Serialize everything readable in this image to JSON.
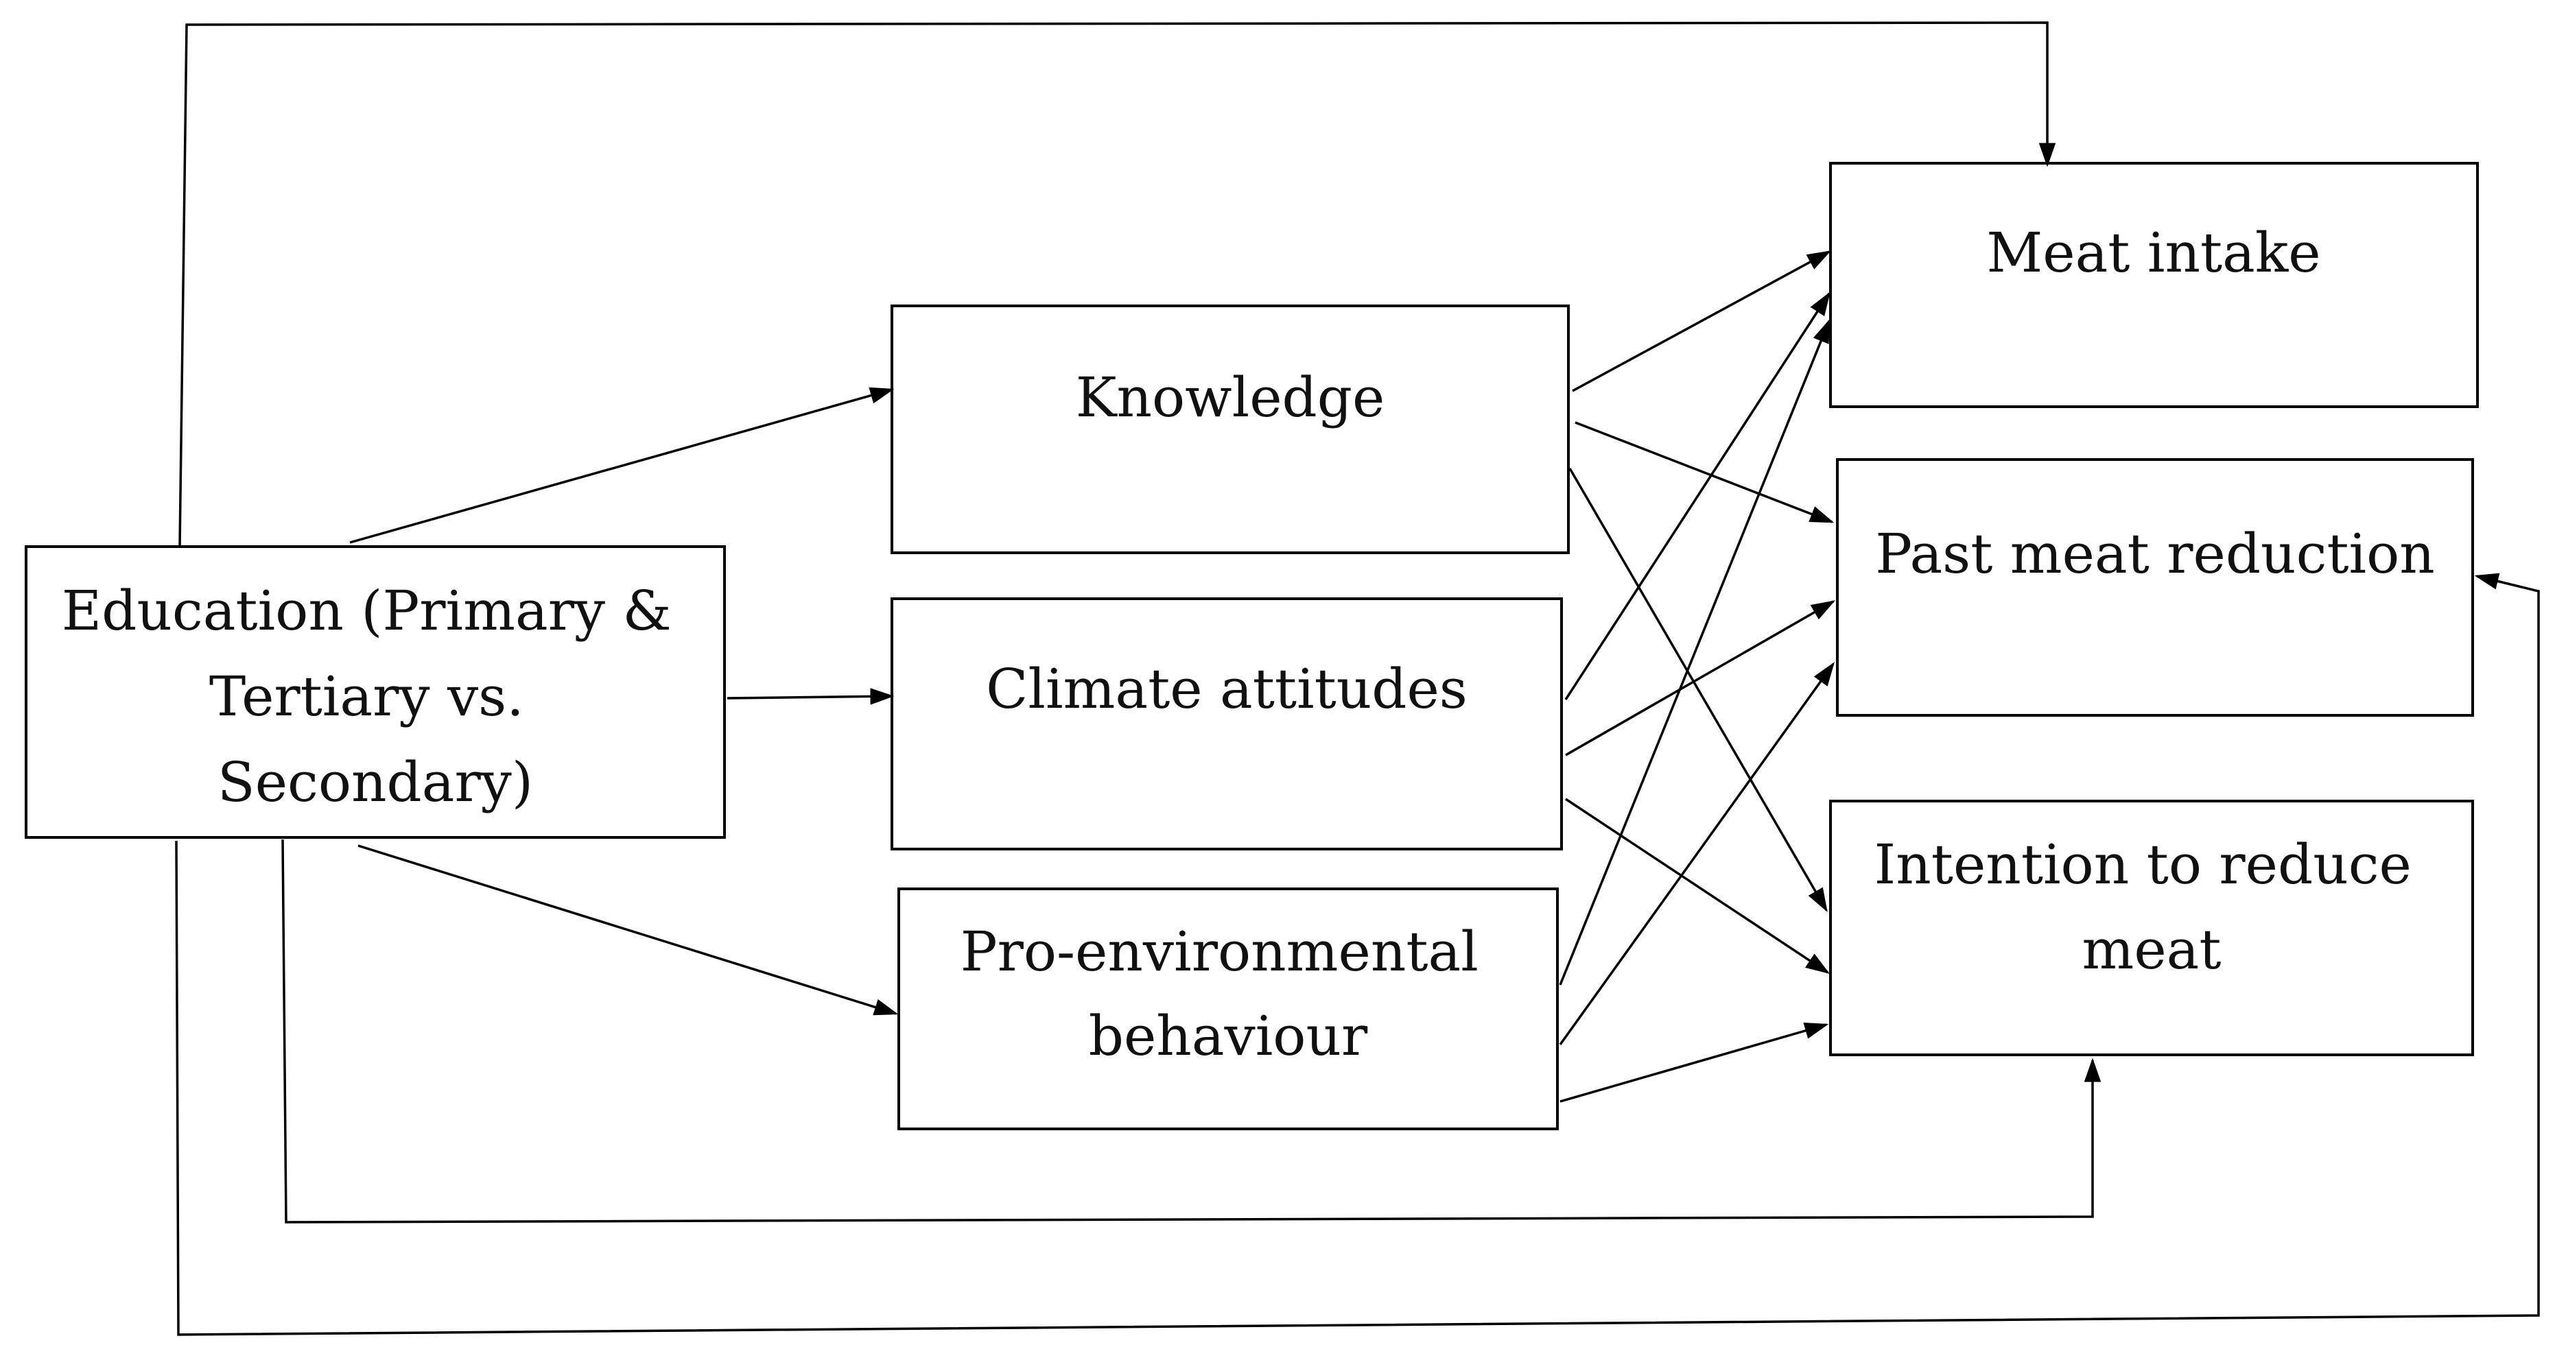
{
  "nodes": {
    "education": {
      "lines": [
        "Education (Primary &",
        "Tertiary vs.",
        "Secondary)"
      ]
    },
    "knowledge": {
      "lines": [
        "Knowledge"
      ]
    },
    "climate_attitudes": {
      "lines": [
        "Climate attitudes"
      ]
    },
    "pro_environmental_behaviour": {
      "lines": [
        "Pro-environmental",
        "behaviour"
      ]
    },
    "meat_intake": {
      "lines": [
        "Meat intake"
      ]
    },
    "past_meat_reduction": {
      "lines": [
        "Past meat reduction"
      ]
    },
    "intention_to_reduce_meat": {
      "lines": [
        "Intention to reduce",
        "meat"
      ]
    }
  },
  "edges": [
    {
      "from": "education",
      "to": "knowledge"
    },
    {
      "from": "education",
      "to": "climate_attitudes"
    },
    {
      "from": "education",
      "to": "pro_environmental_behaviour"
    },
    {
      "from": "education",
      "to": "meat_intake"
    },
    {
      "from": "education",
      "to": "past_meat_reduction"
    },
    {
      "from": "education",
      "to": "intention_to_reduce_meat"
    },
    {
      "from": "knowledge",
      "to": "meat_intake"
    },
    {
      "from": "knowledge",
      "to": "past_meat_reduction"
    },
    {
      "from": "knowledge",
      "to": "intention_to_reduce_meat"
    },
    {
      "from": "climate_attitudes",
      "to": "meat_intake"
    },
    {
      "from": "climate_attitudes",
      "to": "past_meat_reduction"
    },
    {
      "from": "climate_attitudes",
      "to": "intention_to_reduce_meat"
    },
    {
      "from": "pro_environmental_behaviour",
      "to": "meat_intake"
    },
    {
      "from": "pro_environmental_behaviour",
      "to": "past_meat_reduction"
    },
    {
      "from": "pro_environmental_behaviour",
      "to": "intention_to_reduce_meat"
    }
  ]
}
